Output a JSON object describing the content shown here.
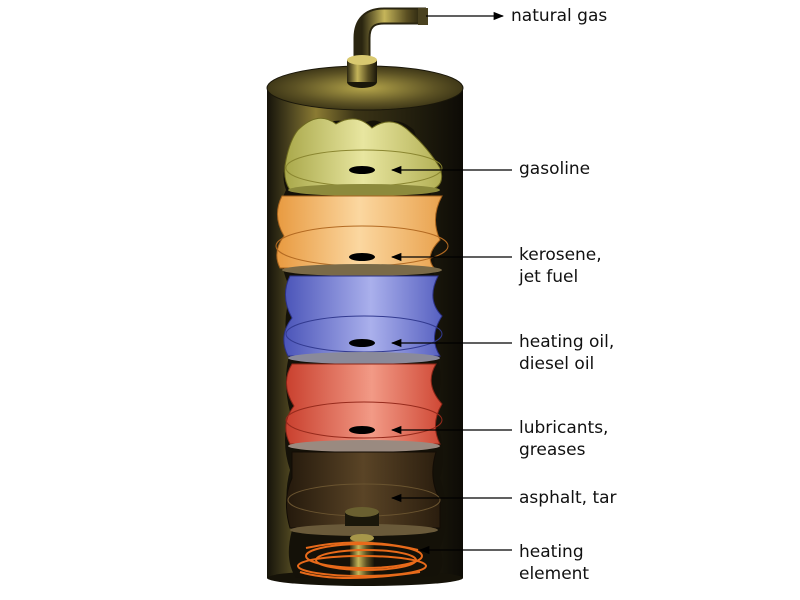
{
  "diagram": {
    "labels": {
      "natural_gas": "natural gas",
      "gasoline": "gasoline",
      "kerosene": [
        "kerosene,",
        "jet fuel"
      ],
      "heating_oil": [
        "heating oil,",
        "diesel oil"
      ],
      "lubricants": [
        "lubricants,",
        "greases"
      ],
      "asphalt": "asphalt, tar",
      "heating_element": [
        "heating",
        "element"
      ]
    },
    "colors": {
      "column_shell": "#2b2712",
      "gasoline_layer": "#c9c56a",
      "kerosene_layer": "#f0b063",
      "heating_oil_layer": "#6a72c8",
      "lubricants_layer": "#dd5a47",
      "asphalt_layer": "#3a2a18",
      "heating_coil": "#e86a1a"
    }
  }
}
